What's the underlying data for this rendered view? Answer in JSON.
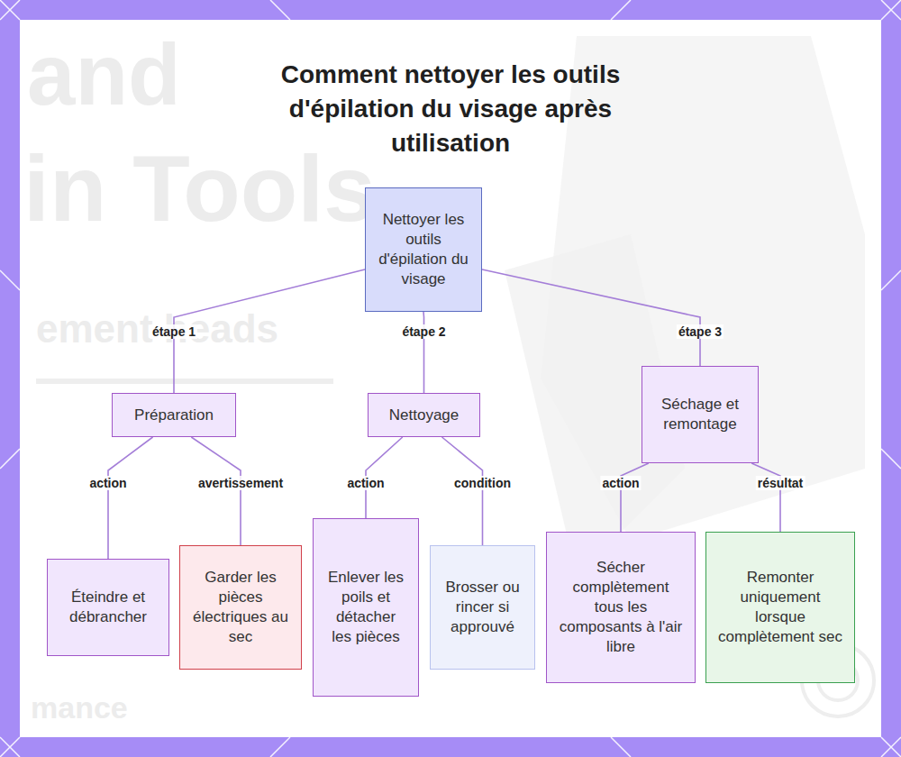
{
  "diagram": {
    "title": "Comment nettoyer les outils d'épilation du visage après utilisation",
    "nodes": [
      {
        "text": [
          "Nettoyer les outils d'épilation du visage"
        ]
      },
      {
        "text": [
          "Préparation"
        ]
      },
      {
        "text": [
          "Nettoyage"
        ]
      },
      {
        "text": [
          "Séchage et remontage"
        ]
      },
      {
        "text": [
          "Éteindre et débrancher"
        ]
      },
      {
        "text": [
          "Garder les pièces électriques au sec"
        ]
      },
      {
        "text": [
          "Enlever les poils et détacher les pièces"
        ]
      },
      {
        "text": [
          "Brosser ou rincer si approuvé"
        ]
      },
      {
        "text": [
          "Sécher complètement tous les composants à l'air libre"
        ]
      },
      {
        "text": [
          "Remonter uniquement lorsque complètement sec"
        ]
      }
    ],
    "edges": [
      {
        "from": 0,
        "to": 1,
        "label": "étape 1",
        "arrow": "none"
      },
      {
        "from": 0,
        "to": 2,
        "label": "étape 2",
        "arrow": "none"
      },
      {
        "from": 0,
        "to": 3,
        "label": "étape 3",
        "arrow": "none"
      },
      {
        "from": 1,
        "to": 4,
        "label": "action",
        "arrow": "none"
      },
      {
        "from": 1,
        "to": 5,
        "label": "avertissement",
        "arrow": "none"
      },
      {
        "from": 2,
        "to": 6,
        "label": "action",
        "arrow": "none"
      },
      {
        "from": 2,
        "to": 7,
        "label": "condition",
        "arrow": "none"
      },
      {
        "from": 3,
        "to": 8,
        "label": "action",
        "arrow": "none"
      },
      {
        "from": 3,
        "to": 9,
        "label": "résultat",
        "arrow": "none"
      }
    ],
    "labels": [
      "and",
      "in Tools",
      "ement heads",
      "mance"
    ]
  }
}
